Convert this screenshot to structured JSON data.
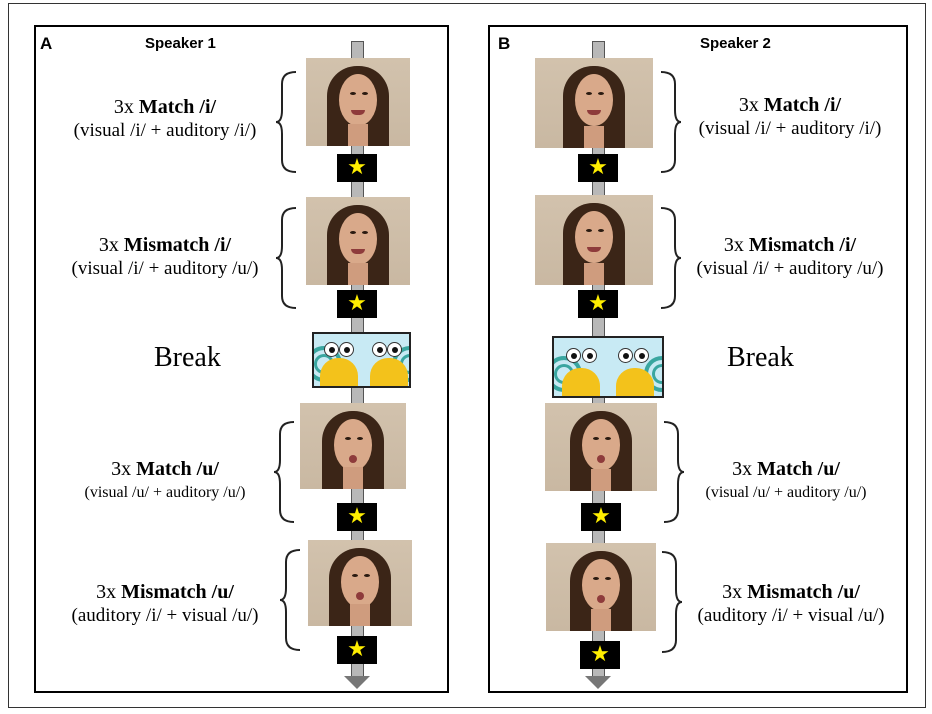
{
  "panels": [
    {
      "letter": "A",
      "title": "Speaker 1",
      "blocks": [
        {
          "count": "3x",
          "bold": "Match /i/",
          "detail": "(visual /i/ + auditory /i/)"
        },
        {
          "count": "3x",
          "bold": "Mismatch /i/",
          "detail": "(visual /i/ + auditory /u/)"
        },
        {
          "count": "3x",
          "bold": "Match /u/",
          "detail": "(visual /u/ + auditory /u/)"
        },
        {
          "count": "3x",
          "bold": "Mismatch /u/",
          "detail": "(auditory /i/ + visual /u/)"
        }
      ],
      "break_label": "Break"
    },
    {
      "letter": "B",
      "title": "Speaker 2",
      "blocks": [
        {
          "count": "3x",
          "bold": "Match /i/",
          "detail": "(visual /i/ + auditory /i/)"
        },
        {
          "count": "3x",
          "bold": "Mismatch /i/",
          "detail": "(visual /i/ + auditory /u/)"
        },
        {
          "count": "3x",
          "bold": "Match /u/",
          "detail": "(visual /u/ + auditory /u/)"
        },
        {
          "count": "3x",
          "bold": "Mismatch /u/",
          "detail": "(auditory /i/ + visual /u/)"
        }
      ],
      "break_label": "Break"
    }
  ],
  "colors": {
    "star": "#ffee00",
    "star_box": "#000000",
    "arrow": "#b8b8b8",
    "snail_bg": "#c8eaf4",
    "snail_body": "#f3c21b"
  },
  "icons": [
    "speaker-face-photo",
    "star-icon",
    "snail-cartoon-image",
    "down-arrow-icon"
  ]
}
